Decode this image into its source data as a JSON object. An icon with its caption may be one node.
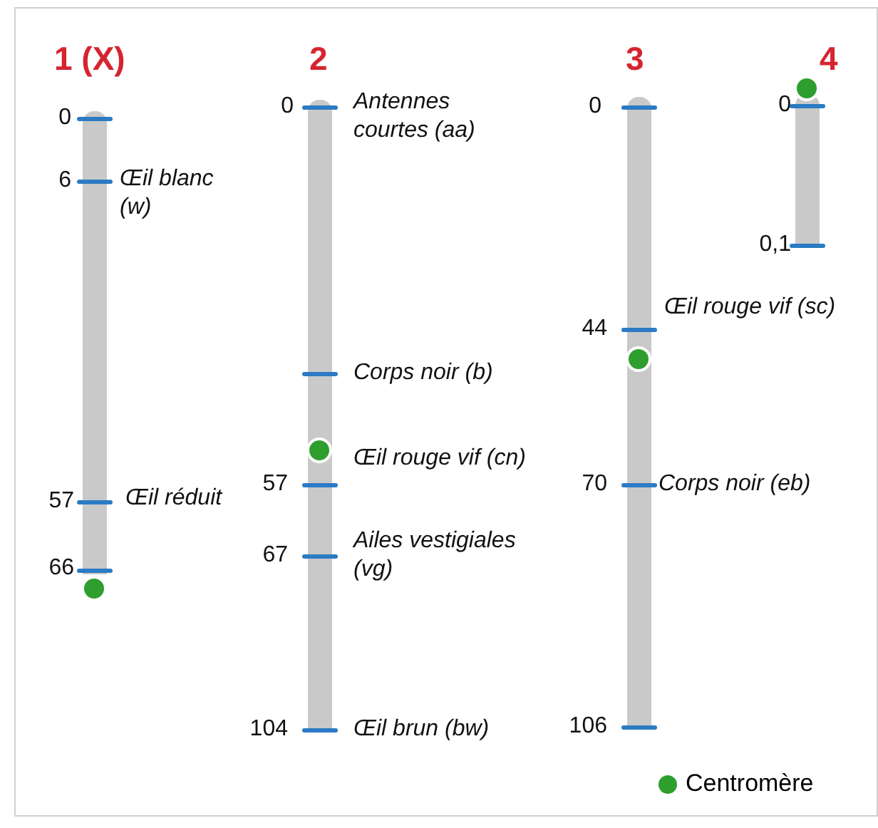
{
  "diagram": {
    "nodes": [
      {
        "text": [
          "1 (X)"
        ]
      },
      {
        "text": [
          "2"
        ]
      },
      {
        "text": [
          "3"
        ]
      },
      {
        "text": [
          "4"
        ]
      }
    ],
    "labels": [
      "0",
      "6",
      "Œil blanc (w)",
      "57",
      "Œil réduit",
      "66",
      "0",
      "Antennes courtes (aa)",
      "Corps noir (b)",
      "57",
      "Œil rouge vif (cn)",
      "67",
      "Ailes vestigiales (vg)",
      "104",
      "Œil brun (bw)",
      "0",
      "44",
      "Œil rouge vif (sc)",
      "70",
      "Corps noir (eb)",
      "106",
      "0",
      "0,1"
    ],
    "legend": [
      {
        "text": "Centromère",
        "color": "#2e9e2e"
      }
    ]
  }
}
